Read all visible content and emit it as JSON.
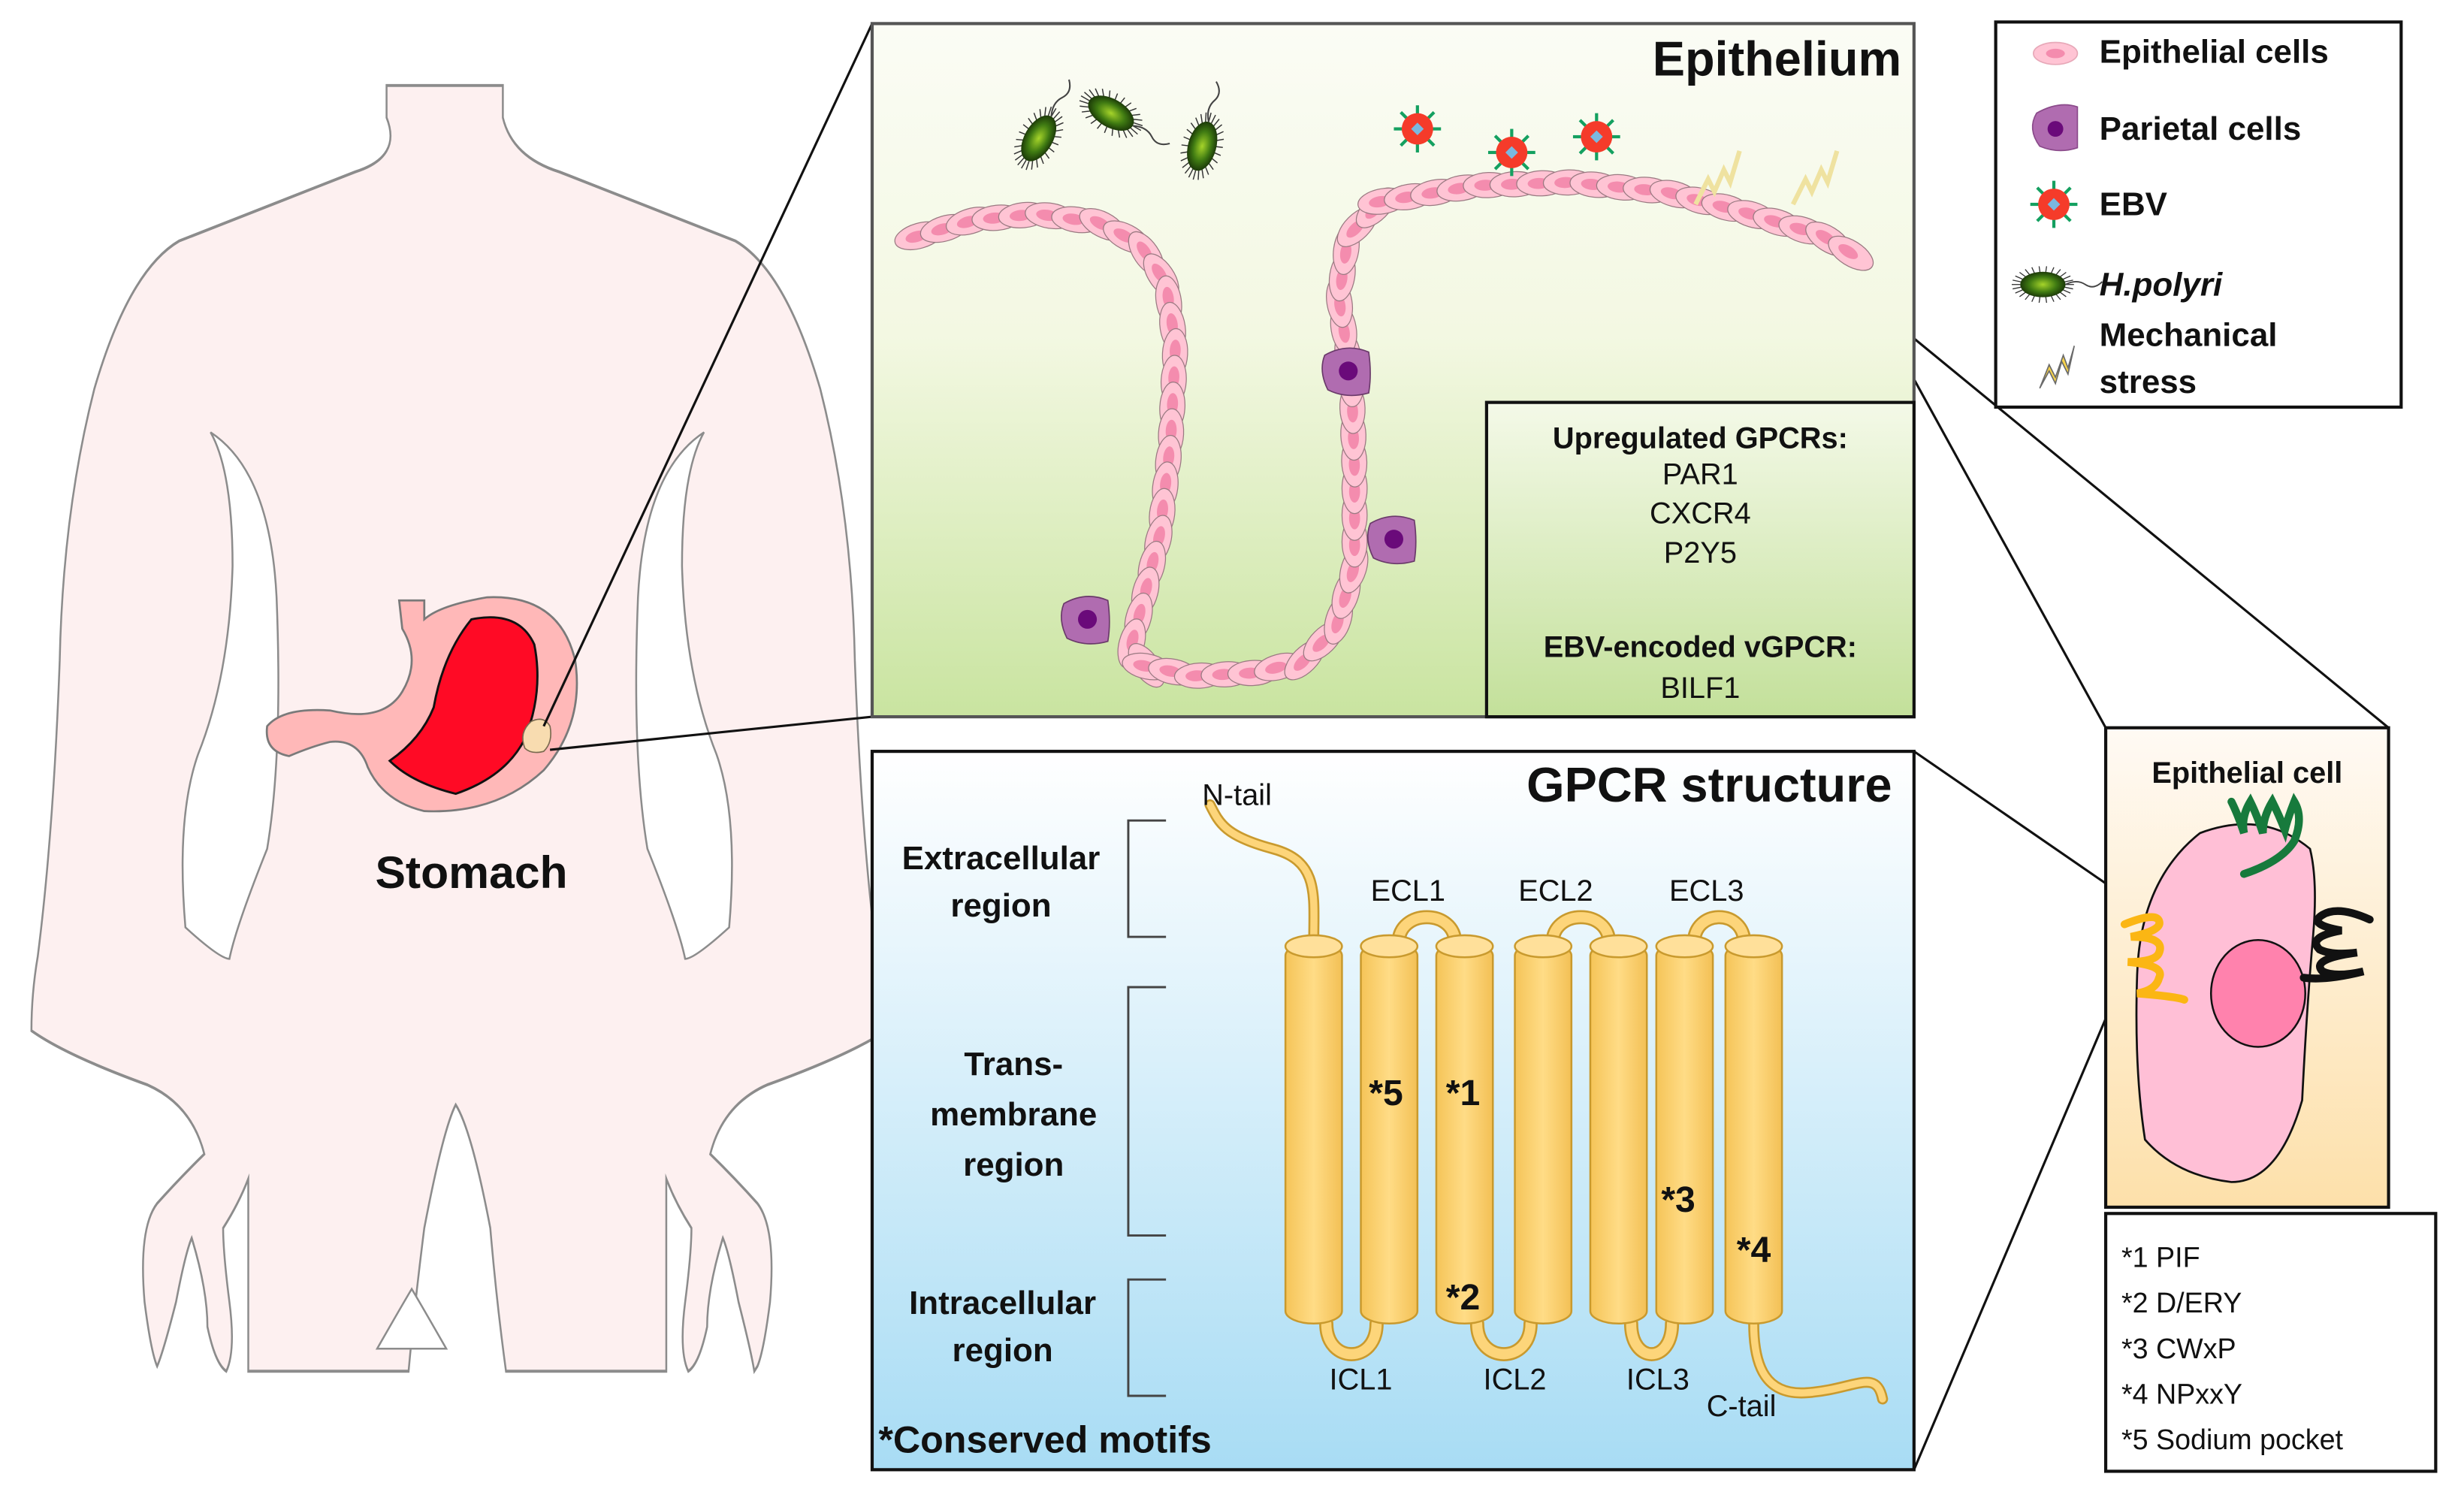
{
  "body_figure": {
    "organ_label": "Stomach"
  },
  "epithelium_panel": {
    "title": "Epithelium",
    "info_box": {
      "upregulated_heading": "Upregulated GPCRs:",
      "upregulated_items": [
        "PAR1",
        "CXCR4",
        "P2Y5"
      ],
      "viral_heading": "EBV-encoded vGPCR:",
      "viral_items": [
        "BILF1"
      ]
    }
  },
  "legend": {
    "items": [
      {
        "icon": "epithelial-cell-icon",
        "label": "Epithelial cells",
        "italic": false
      },
      {
        "icon": "parietal-cell-icon",
        "label": "Parietal cells",
        "italic": false
      },
      {
        "icon": "ebv-virus-icon",
        "label": "EBV",
        "italic": false
      },
      {
        "icon": "h-pylori-bacterium-icon",
        "label": "H.polyri",
        "italic": true
      },
      {
        "icon": "lightning-bolt-icon",
        "label": "Mechanical stress",
        "label_lines": [
          "Mechanical",
          "stress"
        ],
        "italic": false
      }
    ]
  },
  "gpcr_panel": {
    "title": "GPCR structure",
    "regions": [
      {
        "lines": [
          "Extracellular",
          "region"
        ]
      },
      {
        "lines": [
          "Trans-",
          "membrane",
          "region"
        ]
      },
      {
        "lines": [
          "Intracellular",
          "region"
        ]
      }
    ],
    "n_tail_label": "N-tail",
    "c_tail_label": "C-tail",
    "extracellular_loops": [
      "ECL1",
      "ECL2",
      "ECL3"
    ],
    "intracellular_loops": [
      "ICL1",
      "ICL2",
      "ICL3"
    ],
    "motif_markers": [
      "*5",
      "*1",
      "*2",
      "*3",
      "*4"
    ],
    "footnote": "*Conserved motifs"
  },
  "cell_panel": {
    "title": "Epithelial cell"
  },
  "motifs_box": {
    "items": [
      "*1 PIF",
      "*2 D/ERY",
      "*3 CWxP",
      "*4 NPxxY",
      "*5 Sodium pocket"
    ]
  },
  "colors": {
    "body_fill": "#fdf0f0",
    "body_stroke": "#8c8c8c",
    "stomach_outer": "#ffb8b8",
    "stomach_inner": "#ff0a25",
    "lesion": "#f8dcb0",
    "helix_fill": "#fdd57a",
    "helix_stroke": "#c99a2e",
    "epi_cell": "#ffc4d4",
    "epi_nucleus": "#f48cae",
    "parietal": "#b06cb0",
    "parietal_nucleus": "#6a0a7a",
    "ebv_red": "#f53b2a",
    "ebv_spike": "#14a060",
    "bacterium": "#3d6b10",
    "gpcr_green": "#177a3c",
    "gpcr_yellow": "#fbb614",
    "gpcr_black": "#111111"
  }
}
